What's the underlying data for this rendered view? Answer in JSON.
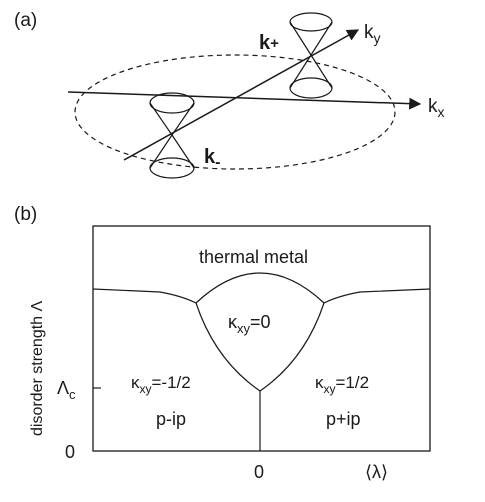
{
  "panel_a": {
    "label": "(a)",
    "kplus": "k",
    "kplus_sub": "+",
    "kminus": "k",
    "kminus_sub": "-",
    "kx": "k",
    "kx_sub": "x",
    "ky": "k",
    "ky_sub": "y"
  },
  "panel_b": {
    "label": "(b)",
    "ylabel": "disorder strength  Λ",
    "y_tick_lambda_c": "Λ",
    "y_tick_lambda_c_sub": "c",
    "y_tick_zero": "0",
    "x_tick_zero": "0",
    "x_tick_lambda": "⟨λ⟩",
    "region_metal": "thermal metal",
    "region_center_kappa": "κ",
    "region_center_sub": "xy",
    "region_center_val": "=0",
    "region_left_kappa": "κ",
    "region_left_sub": "xy",
    "region_left_val": "=-1/2",
    "region_left_phase": "p-ip",
    "region_right_kappa": "κ",
    "region_right_sub": "xy",
    "region_right_val": "=1/2",
    "region_right_phase": "p+ip"
  }
}
